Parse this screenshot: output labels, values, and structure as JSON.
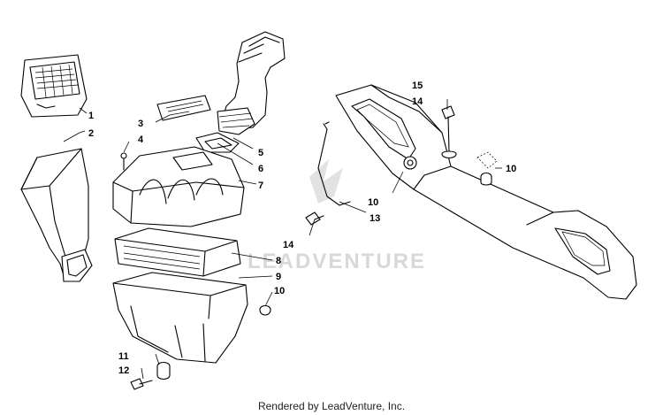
{
  "watermark": "LEADVENTURE",
  "credit": "Rendered by LeadVenture, Inc.",
  "callouts": [
    {
      "id": "c1",
      "text": "1"
    },
    {
      "id": "c2",
      "text": "2"
    },
    {
      "id": "c3",
      "text": "3"
    },
    {
      "id": "c4",
      "text": "4"
    },
    {
      "id": "c5",
      "text": "5"
    },
    {
      "id": "c6",
      "text": "6"
    },
    {
      "id": "c7",
      "text": "7"
    },
    {
      "id": "c8",
      "text": "8"
    },
    {
      "id": "c9",
      "text": "9"
    },
    {
      "id": "c10a",
      "text": "10"
    },
    {
      "id": "c10b",
      "text": "10"
    },
    {
      "id": "c10c",
      "text": "10"
    },
    {
      "id": "c11",
      "text": "11"
    },
    {
      "id": "c12",
      "text": "12"
    },
    {
      "id": "c13",
      "text": "13"
    },
    {
      "id": "c14a",
      "text": "14"
    },
    {
      "id": "c14b",
      "text": "14"
    },
    {
      "id": "c15",
      "text": "15"
    }
  ]
}
